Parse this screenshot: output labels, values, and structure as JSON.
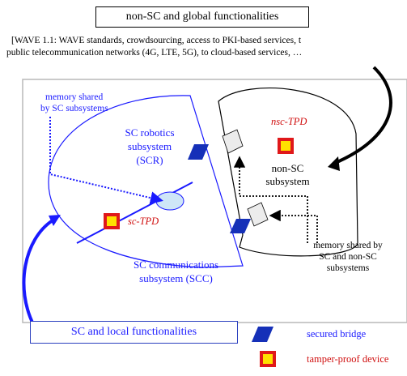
{
  "header": {
    "title": "non-SC and global functionalities",
    "wave_line1": "[WAVE 1.1: WAVE standards, crowdsourcing, access to PKI-based services, t",
    "wave_line2": "public telecommunication  networks (4G, LTE, 5G), to cloud-based services, …"
  },
  "labels": {
    "memory_sc_line1": "memory shared",
    "memory_sc_line2": "by SC subsystems",
    "scr_line1": "SC robotics",
    "scr_line2": "subsystem",
    "scr_line3": "(SCR)",
    "nsc_tpd": "nsc-TPD",
    "nonsc_line1": "non-SC",
    "nonsc_line2": "subsystem",
    "sc_tpd": "sc-TPD",
    "scc_line1": "SC communications",
    "scc_line2": "subsystem (SCC)",
    "memory_nsc_line1": "memory shared by",
    "memory_nsc_line2": "SC and non-SC",
    "memory_nsc_line3": "subsystems"
  },
  "footer": {
    "local_box": "SC and local functionalities"
  },
  "legend": {
    "bridge": "secured bridge",
    "tpd": "tamper-proof device"
  },
  "colors": {
    "sc_blue": "#1a1aff",
    "bridge_fill": "#1530b8",
    "tpd_red": "#e0181a",
    "tpd_yellow": "#ffe000",
    "memory_fill": "#cfe6f7",
    "grey_fill": "#ececec"
  }
}
